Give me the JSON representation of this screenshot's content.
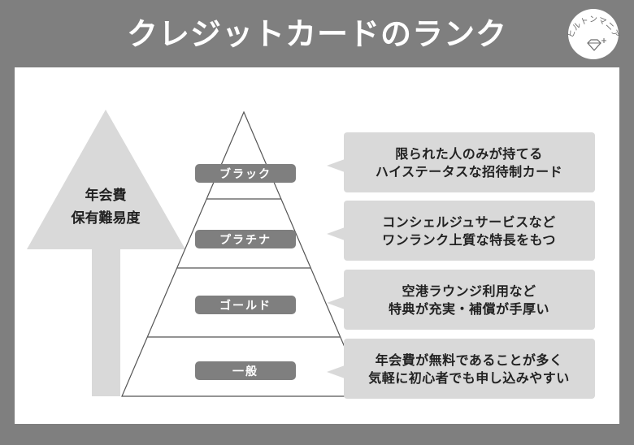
{
  "title": "クレジットカードのランク",
  "logo": {
    "text": "ヒルトンマニア",
    "icon": "diamond-icon"
  },
  "arrow": {
    "direction": "up",
    "lines": [
      "年会費",
      "保有難易度"
    ]
  },
  "ranks": [
    {
      "label": "ブラック",
      "description": [
        "限られた人のみが持てる",
        "ハイステータスな招待制カード"
      ]
    },
    {
      "label": "プラチナ",
      "description": [
        "コンシェルジュサービスなど",
        "ワンランク上質な特長をもつ"
      ]
    },
    {
      "label": "ゴールド",
      "description": [
        "空港ラウンジ利用など",
        "特典が充実・補償が手厚い"
      ]
    },
    {
      "label": "一般",
      "description": [
        "年会費が無料であることが多く",
        "気軽に初心者でも申し込みやすい"
      ]
    }
  ],
  "colors": {
    "background": "#7f7f7f",
    "panel": "#ffffff",
    "bubble": "#d9d9d9",
    "arrow": "#d9d9d9",
    "label": "#7f7f7f",
    "text": "#222222"
  }
}
